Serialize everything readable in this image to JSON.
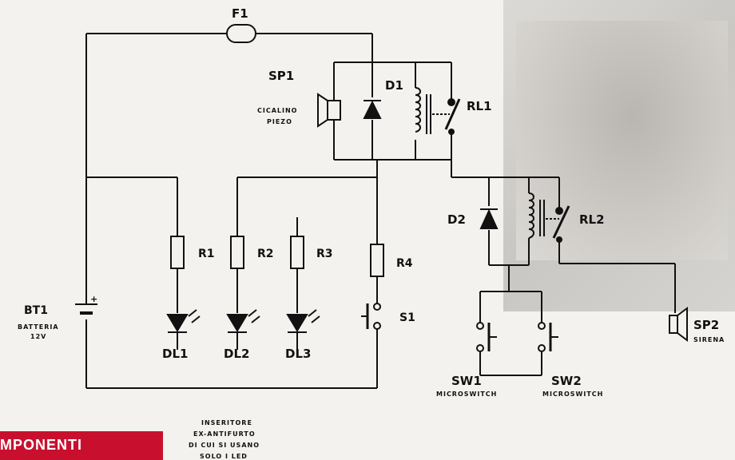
{
  "labels": {
    "f1": "F1",
    "sp1": "SP1",
    "sp1_desc1": "CICALINO",
    "sp1_desc2": "PIEZO",
    "d1": "D1",
    "rl1": "RL1",
    "d2": "D2",
    "rl2": "RL2",
    "r1": "R1",
    "r2": "R2",
    "r3": "R3",
    "r4": "R4",
    "s1": "S1",
    "bt1": "BT1",
    "bt1_desc1": "BATTERIA",
    "bt1_desc2": "12V",
    "battery_plus": "+",
    "dl1": "DL1",
    "dl2": "DL2",
    "dl3": "DL3",
    "sw1": "SW1",
    "sw1_desc": "MICROSWITCH",
    "sw2": "SW2",
    "sw2_desc": "MICROSWITCH",
    "sp2": "SP2",
    "sp2_desc": "SIRENA",
    "note1": "INSERITORE",
    "note2": "EX-ANTIFURTO",
    "note3": "DI CUI SI USANO",
    "note4": "SOLO I LED"
  },
  "banner": "MPONENTI"
}
